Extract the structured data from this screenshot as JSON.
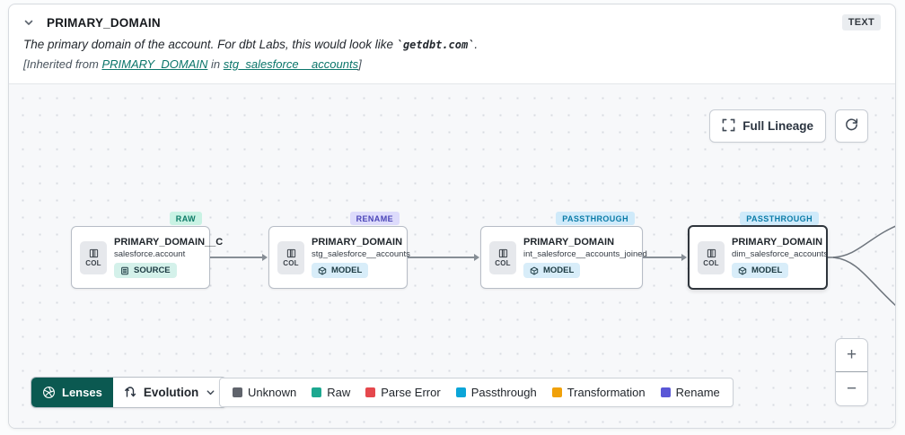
{
  "header": {
    "title": "PRIMARY_DOMAIN",
    "type_badge": "TEXT",
    "description_prefix": "The primary domain of the account. For dbt Labs, this would look like ",
    "description_code": "`getdbt.com`",
    "description_suffix": ".",
    "inherited_prefix": "[Inherited from ",
    "inherited_link_column": "PRIMARY_DOMAIN",
    "inherited_middle": " in ",
    "inherited_link_model": "stg_salesforce__accounts",
    "inherited_suffix": "]"
  },
  "toolbar": {
    "full_lineage_label": "Full Lineage"
  },
  "nodes": [
    {
      "badge": "RAW",
      "title": "PRIMARY_DOMAIN__C",
      "subtitle": "salesforce.account",
      "resource": "SOURCE",
      "chip": "COL"
    },
    {
      "badge": "RENAME",
      "title": "PRIMARY_DOMAIN",
      "subtitle": "stg_salesforce__accounts",
      "resource": "MODEL",
      "chip": "COL"
    },
    {
      "badge": "PASSTHROUGH",
      "title": "PRIMARY_DOMAIN",
      "subtitle": "int_salesforce__accounts_joined",
      "resource": "MODEL",
      "chip": "COL"
    },
    {
      "badge": "PASSTHROUGH",
      "title": "PRIMARY_DOMAIN",
      "subtitle": "dim_salesforce_accounts",
      "resource": "MODEL",
      "chip": "COL"
    }
  ],
  "footer": {
    "lenses_label": "Lenses",
    "lens_selected": "Evolution",
    "legend": [
      {
        "label": "Unknown",
        "color": "#60646c"
      },
      {
        "label": "Raw",
        "color": "#1da890"
      },
      {
        "label": "Parse Error",
        "color": "#e5484d"
      },
      {
        "label": "Passthrough",
        "color": "#0ba5d8"
      },
      {
        "label": "Transformation",
        "color": "#f0a10a"
      },
      {
        "label": "Rename",
        "color": "#5a57d6"
      }
    ]
  },
  "zoom_controls": {
    "zoom_in": "+",
    "zoom_out": "−"
  },
  "colors": {
    "accent_teal": "#0b5951",
    "link_teal": "#0b756a",
    "badge_raw_bg": "#c9f2e4",
    "badge_rename_bg": "#dddbfb",
    "badge_passthrough_bg": "#cfeafa",
    "canvas_bg": "#f7f8fa",
    "selected_node_border": "#2f353c"
  }
}
